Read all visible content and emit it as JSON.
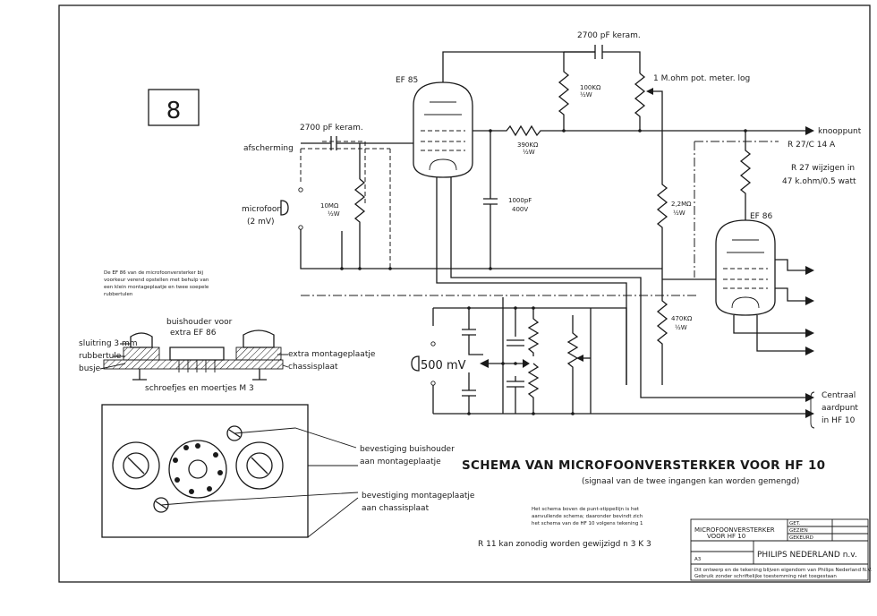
{
  "sheet_number": "8",
  "title": "SCHEMA VAN MICROFOONVERSTERKER VOOR HF 10",
  "subtitle": "(signaal van de twee ingangen kan worden gemengd)",
  "tubes": {
    "ef85": "EF 85",
    "ef86": "EF 86"
  },
  "labels": {
    "cap_top": "2700 pF keram.",
    "cap_left": "2700 pF keram.",
    "shield": "afscherming",
    "mic_1": "microfoon",
    "mic_2": "(2 mV)",
    "r10m_1": "10MΩ",
    "r10m_2": "½W",
    "r100k_1": "100KΩ",
    "r100k_2": "½W",
    "pot_top": "1 M.ohm pot. meter. log",
    "r390k_1": "390KΩ",
    "r390k_2": "½W",
    "c1000_1": "1000pF",
    "c1000_2": "400V",
    "r22m_1": "2,2MΩ",
    "r22m_2": "½W",
    "r470k_1": "470KΩ",
    "r470k_2": "½W",
    "knooppunt": "knooppunt",
    "r27": "R 27/C 14 A",
    "r27_change_1": "R 27 wijzigen in",
    "r27_change_2": "47 k.ohm/0.5 watt",
    "input_500": "500 mV",
    "centraal_1": "Centraal",
    "centraal_2": "aardpunt",
    "centraal_3": "in HF 10",
    "note_ef86_1": "De EF 86 van de microfoonversterker bij",
    "note_ef86_2": "voorkeur verend opstellen met behulp van",
    "note_ef86_3": "een klein montageplaatje en twee soepele",
    "note_ef86_4": "rubbertulen",
    "mech_buishouder_1": "buishouder voor",
    "mech_buishouder_2": "extra EF 86",
    "mech_sluitring": "sluitring 3 mm",
    "mech_rubbertule": "rubbertule",
    "mech_busje": "busje",
    "mech_extra_plaat": "extra montageplaatje",
    "mech_chassis": "chassisplaat",
    "mech_schroefjes": "schroefjes en moertjes M 3",
    "mount_1a": "bevestiging buishouder",
    "mount_1b": "aan montageplaatje",
    "mount_2a": "bevestiging montageplaatje",
    "mount_2b": "aan chassisplaat",
    "note_schema_1": "Het schema boven de punt-stippellijn is het",
    "note_schema_2": "aanvullende schema; daaronder bevindt zich",
    "note_schema_3": "het schema van de HF 10 volgens tekening 1",
    "note_r11": "R 11 kan zonodig worden gewijzigd n 3 K 3"
  },
  "title_block": {
    "name_1": "MICROFOONVERSTERKER",
    "name_2": "VOOR HF 10",
    "company": "PHILIPS NEDERLAND n.v.",
    "format": "A3",
    "row_1": "GET.",
    "row_2": "GEZIEN",
    "row_3": "GEKEURD",
    "bottom_1": "Dit ontwerp en de tekening blijven eigendom van Philips Nederland N.V.",
    "bottom_2": "Gebruik zonder schriftelijke toestemming niet toegestaan"
  }
}
